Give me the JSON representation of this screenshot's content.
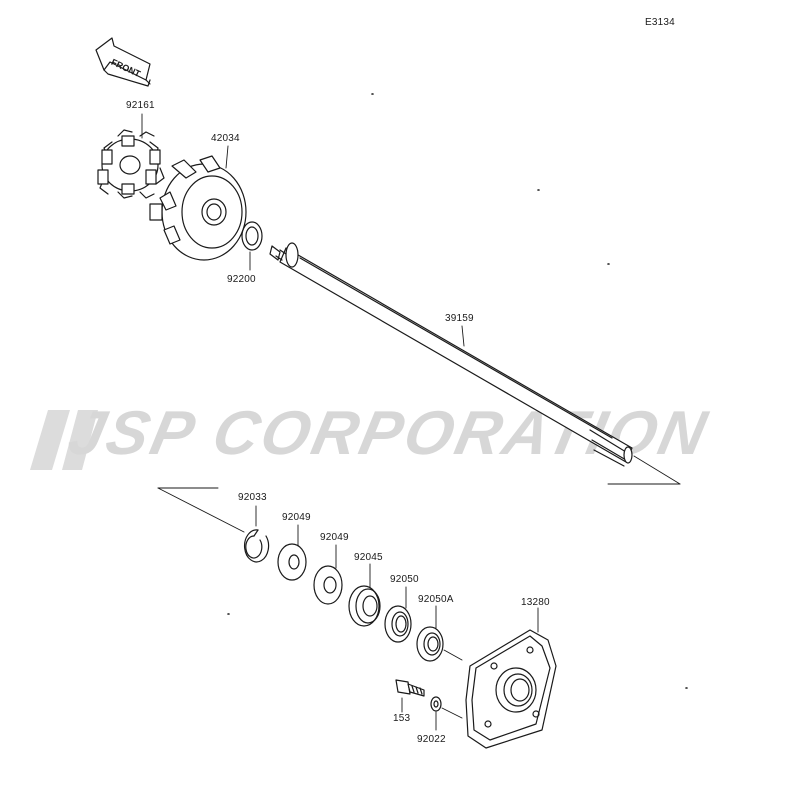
{
  "diagram_id": "E3134",
  "front_label": "FRONT",
  "watermark": "JSP CORPORATION",
  "parts": {
    "coupling": "92161",
    "impeller_hub": "42034",
    "washer_small": "92200",
    "drive_shaft": "39159",
    "snap_ring": "92033",
    "spacer_1": "92049",
    "spacer_2": "92049",
    "bearing": "92045",
    "oil_seal": "92050",
    "oil_seal_a": "92050A",
    "housing": "13280",
    "bolt": "153",
    "washer_bolt": "92022"
  },
  "colors": {
    "line": "#1a1a1a",
    "watermark": "#d7d7d7"
  }
}
